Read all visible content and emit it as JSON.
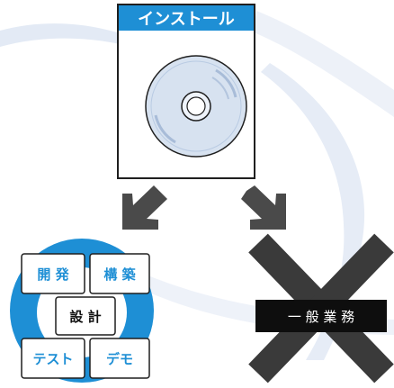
{
  "install_box": {
    "title": "インストール",
    "icon": "cd-disc-icon"
  },
  "left_group": {
    "tiles": [
      {
        "label": "開 発"
      },
      {
        "label": "構 築"
      },
      {
        "label": "設 計"
      },
      {
        "label": "テスト"
      },
      {
        "label": "デモ"
      }
    ]
  },
  "right_group": {
    "label": "一 般 業 務",
    "mark": "cross-icon"
  },
  "colors": {
    "brand_blue": "#1e8fd5",
    "box_border": "#1f1f1f",
    "arrow_gray": "#4a4a4a",
    "cross_gray": "#3a3a3a",
    "swoosh": "#e6ecf6"
  }
}
